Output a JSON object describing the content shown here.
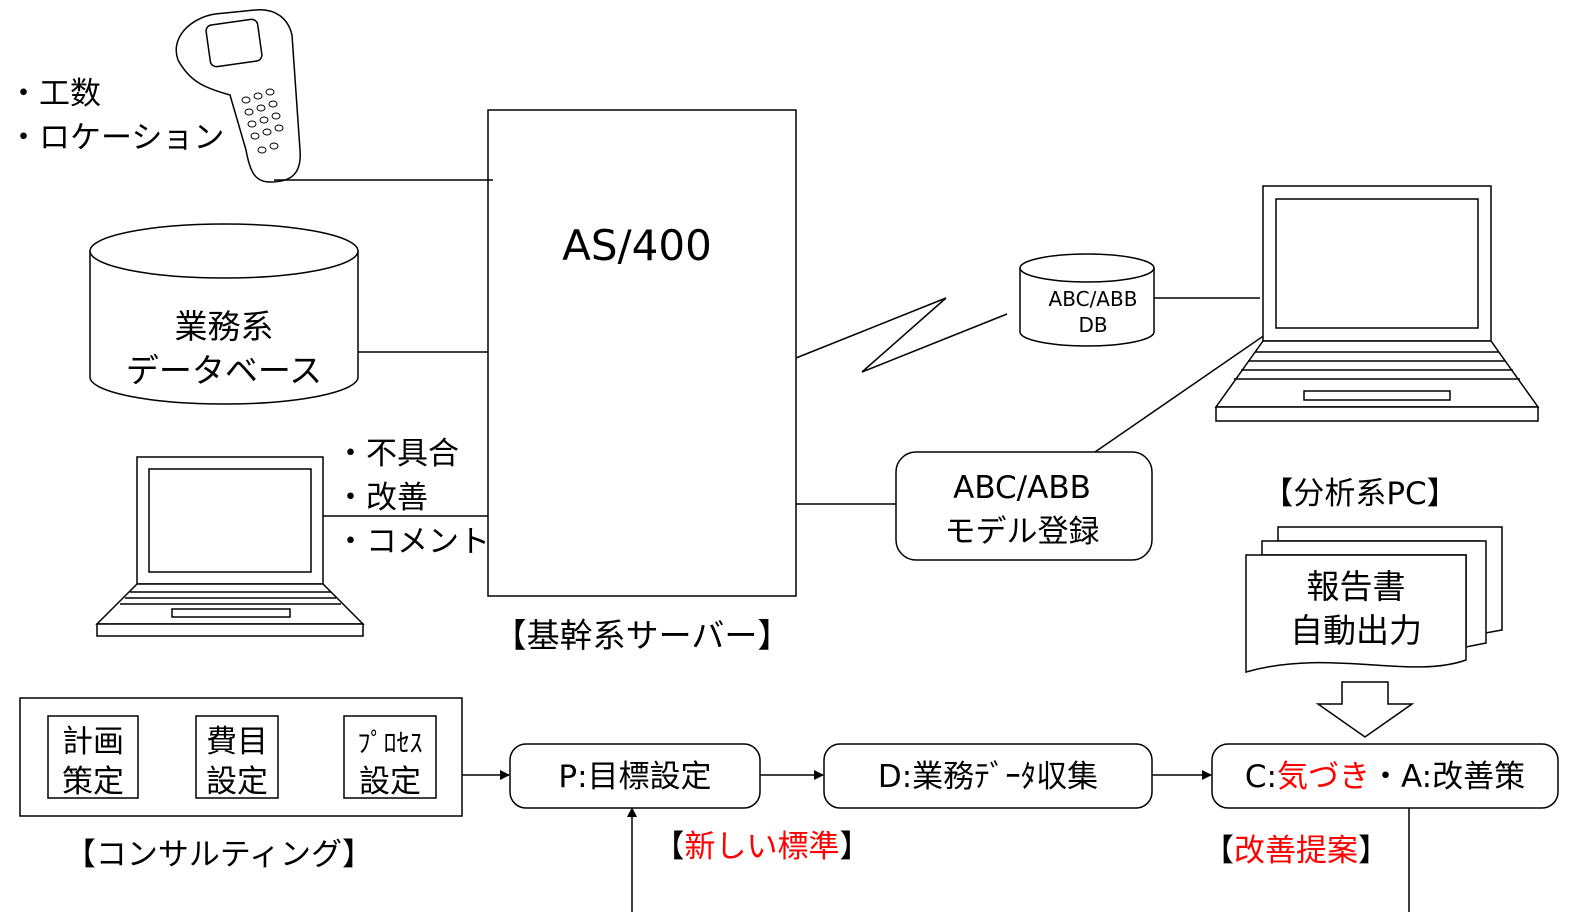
{
  "handheld": {
    "items": [
      "・工数",
      "・ロケーション"
    ]
  },
  "business_db": {
    "line1": "業務系",
    "line2": "データベース"
  },
  "client_pc": {
    "items": [
      "・不具合",
      "・改善",
      "・コメント"
    ]
  },
  "server": {
    "name": "AS/400",
    "caption": "【基幹系サーバー】"
  },
  "abc_db": {
    "line1": "ABC/ABB",
    "line2": "DB"
  },
  "model_registration": {
    "line1": "ABC/ABB",
    "line2": "モデル登録"
  },
  "analysis_pc": {
    "caption": "【分析系PC】"
  },
  "report": {
    "line1": "報告書",
    "line2": "自動出力"
  },
  "consulting": {
    "boxes": [
      {
        "line1": "計画",
        "line2": "策定"
      },
      {
        "line1": "費目",
        "line2": "設定"
      },
      {
        "line1": "ﾌﾟﾛｾｽ",
        "line2": "設定"
      }
    ],
    "caption": "【コンサルティング】"
  },
  "flow": {
    "plan": "P:目標設定",
    "do": "D:業務ﾃﾞｰﾀ収集",
    "check_prefix": "C:",
    "check_highlight": "気づき",
    "check_suffix": "・A:改善策"
  },
  "new_standard": {
    "open": "【",
    "highlight": "新しい標準",
    "close": "】"
  },
  "improvement": {
    "open": "【",
    "highlight": "改善提案",
    "close": "】"
  },
  "colors": {
    "highlight": "#ff0000",
    "line": "#000000"
  }
}
